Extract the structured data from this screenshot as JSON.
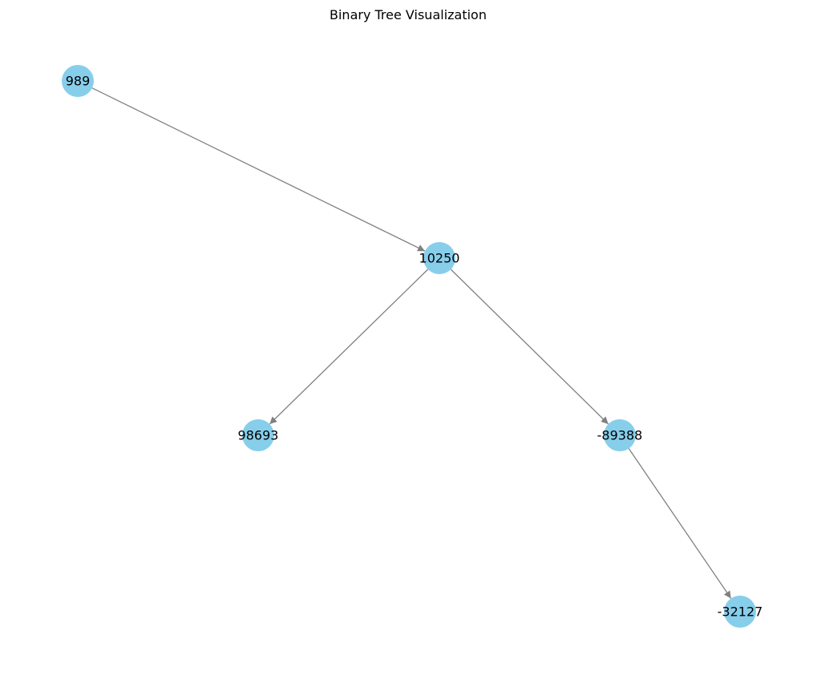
{
  "title": "Binary Tree Visualization",
  "colors": {
    "node_fill": "#87ceeb",
    "edge": "#808080",
    "label": "#000000"
  },
  "nodes": [
    {
      "id": "n989",
      "label": "989"
    },
    {
      "id": "n10250",
      "label": "10250"
    },
    {
      "id": "n98693",
      "label": "98693"
    },
    {
      "id": "n-89388",
      "label": "-89388"
    },
    {
      "id": "n-32127",
      "label": "-32127"
    }
  ],
  "edges": [
    {
      "from": "n989",
      "to": "n10250"
    },
    {
      "from": "n10250",
      "to": "n98693"
    },
    {
      "from": "n10250",
      "to": "n-89388"
    },
    {
      "from": "n-89388",
      "to": "n-32127"
    }
  ]
}
